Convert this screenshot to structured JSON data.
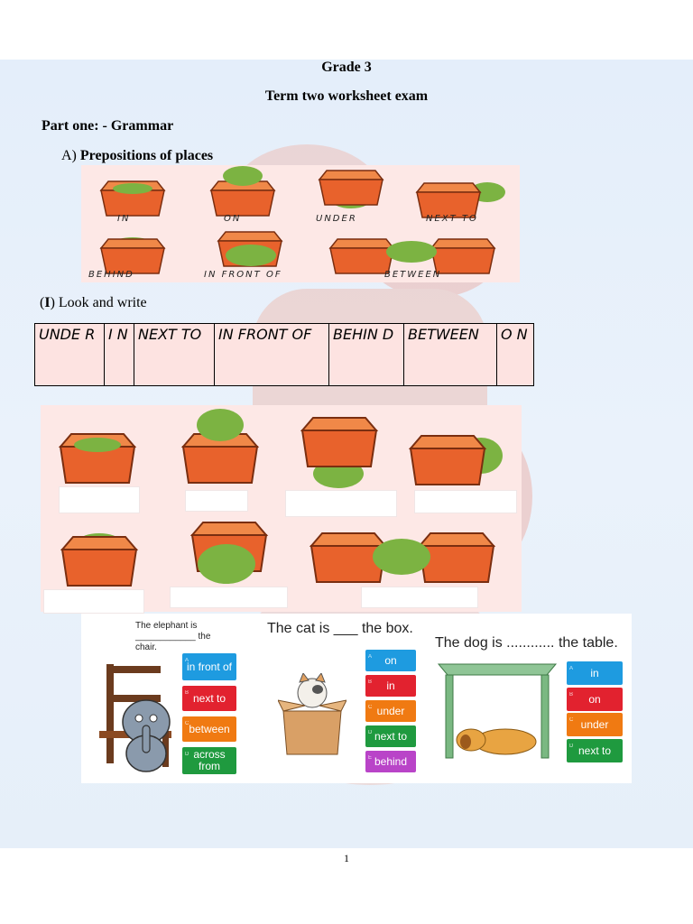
{
  "header": {
    "grade": "Grade 3",
    "title": "Term two worksheet exam"
  },
  "part_one": {
    "heading": "Part one: - Grammar",
    "section_a_letter": "A)",
    "section_a_title": "Prepositions of places"
  },
  "reference_labels": [
    "IN",
    "ON",
    "UNDER",
    "NEXT TO",
    "BEHIND",
    "IN FRONT OF",
    "BETWEEN"
  ],
  "exercise_one": {
    "number": "I",
    "instruction": ") Look and write",
    "word_bank": [
      "UNDE R",
      "I N",
      "NEXT TO",
      "IN FRONT OF",
      "BEHIN D",
      "BETWEEN",
      "O N"
    ]
  },
  "quiz": [
    {
      "question": "The elephant is ____________ the chair.",
      "options": [
        {
          "key": "A",
          "label": "in front of",
          "color": "#1e9be0"
        },
        {
          "key": "B",
          "label": "next to",
          "color": "#e2222f"
        },
        {
          "key": "C",
          "label": "between",
          "color": "#f07a12"
        },
        {
          "key": "D",
          "label": "across from",
          "color": "#1f9a3f"
        }
      ]
    },
    {
      "question": "The cat is ___ the box.",
      "options": [
        {
          "key": "A",
          "label": "on",
          "color": "#1e9be0"
        },
        {
          "key": "B",
          "label": "in",
          "color": "#e2222f"
        },
        {
          "key": "C",
          "label": "under",
          "color": "#f07a12"
        },
        {
          "key": "D",
          "label": "next to",
          "color": "#1f9a3f"
        },
        {
          "key": "E",
          "label": "behind",
          "color": "#b944c8"
        }
      ]
    },
    {
      "question": "The dog is ............ the table.",
      "options": [
        {
          "key": "A",
          "label": "in",
          "color": "#1e9be0"
        },
        {
          "key": "B",
          "label": "on",
          "color": "#e2222f"
        },
        {
          "key": "C",
          "label": "under",
          "color": "#f07a12"
        },
        {
          "key": "D",
          "label": "next to",
          "color": "#1f9a3f"
        }
      ]
    }
  ],
  "footer": {
    "page_number": "1"
  },
  "colors": {
    "box_orange": "#e8622c",
    "ball_green": "#7cb342",
    "panel_pink": "#fde8e6"
  }
}
